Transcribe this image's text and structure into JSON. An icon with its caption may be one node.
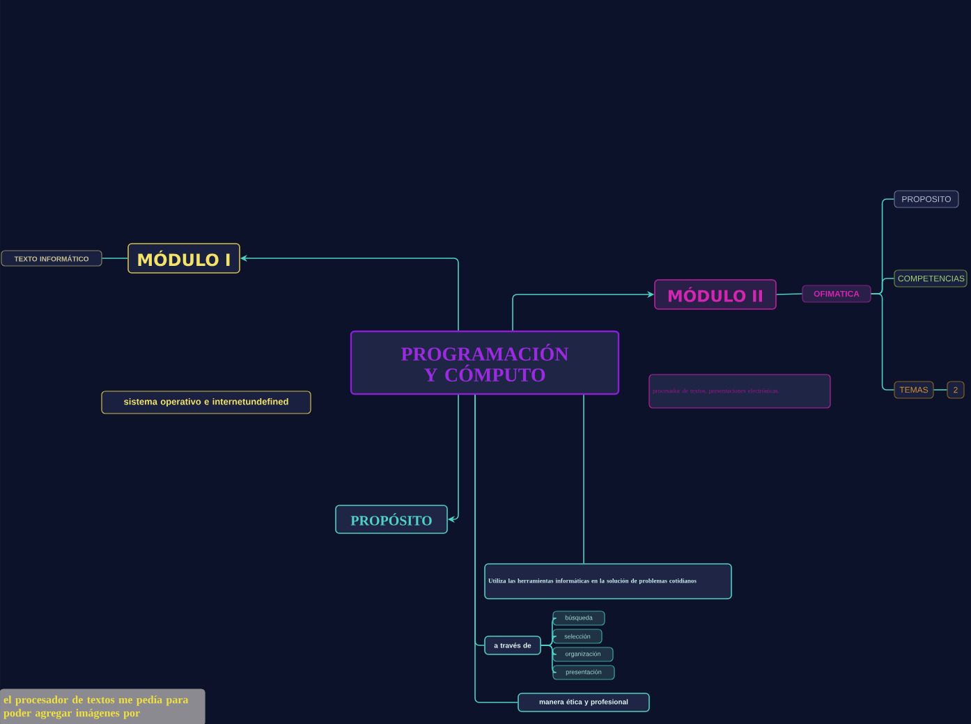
{
  "diagram": {
    "nodes": [
      {
        "text": [
          "PROGRAMACIÓN Y CÓMPUTO"
        ]
      },
      {
        "text": [
          "MÓDULO I"
        ]
      },
      {
        "text": [
          "TEXTO INFORMÁTICO"
        ]
      },
      {
        "text": [
          "sistema operativo e internetundefined"
        ]
      },
      {
        "text": [
          "MÓDULO II"
        ]
      },
      {
        "text": [
          "OFIMATICA"
        ]
      },
      {
        "text": [
          "PROPOSITO"
        ]
      },
      {
        "text": [
          "COMPETENCIAS"
        ]
      },
      {
        "text": [
          "TEMAS"
        ]
      },
      {
        "text": [
          "2"
        ]
      },
      {
        "text": [
          "procesador de textos, presentaciones electrónicas."
        ]
      },
      {
        "text": [
          "PROPÓSITO"
        ]
      },
      {
        "text": [
          "Utiliza las herramientas informáticas en la solución de problemas cotidianos"
        ]
      },
      {
        "text": [
          "a través de"
        ]
      },
      {
        "text": [
          "búsqueda"
        ]
      },
      {
        "text": [
          "selección"
        ]
      },
      {
        "text": [
          "organización"
        ]
      },
      {
        "text": [
          "presentación"
        ]
      },
      {
        "text": [
          "manera ética y profesional"
        ]
      },
      {
        "text": [
          "el procesador de textos me pedía para poder agregar imágenes por"
        ]
      }
    ],
    "edges": [
      {
        "from": 0,
        "to": 1,
        "arrow": "to"
      },
      {
        "from": 0,
        "to": 11,
        "arrow": "to"
      },
      {
        "from": 0,
        "to": 4,
        "arrow": "to"
      },
      {
        "from": 0,
        "to": 12,
        "arrow": "none"
      },
      {
        "from": 0,
        "to": 13,
        "arrow": "none"
      },
      {
        "from": 0,
        "to": 18,
        "arrow": "none"
      },
      {
        "from": 1,
        "to": 2,
        "arrow": "none"
      },
      {
        "from": 4,
        "to": 5,
        "arrow": "none"
      },
      {
        "from": 5,
        "to": 6,
        "arrow": "none"
      },
      {
        "from": 5,
        "to": 7,
        "arrow": "none"
      },
      {
        "from": 5,
        "to": 8,
        "arrow": "none"
      },
      {
        "from": 8,
        "to": 9,
        "arrow": "none"
      },
      {
        "from": 13,
        "to": 14,
        "arrow": "none"
      },
      {
        "from": 13,
        "to": 15,
        "arrow": "none"
      },
      {
        "from": 13,
        "to": 16,
        "arrow": "none"
      },
      {
        "from": 13,
        "to": 17,
        "arrow": "none"
      }
    ]
  }
}
